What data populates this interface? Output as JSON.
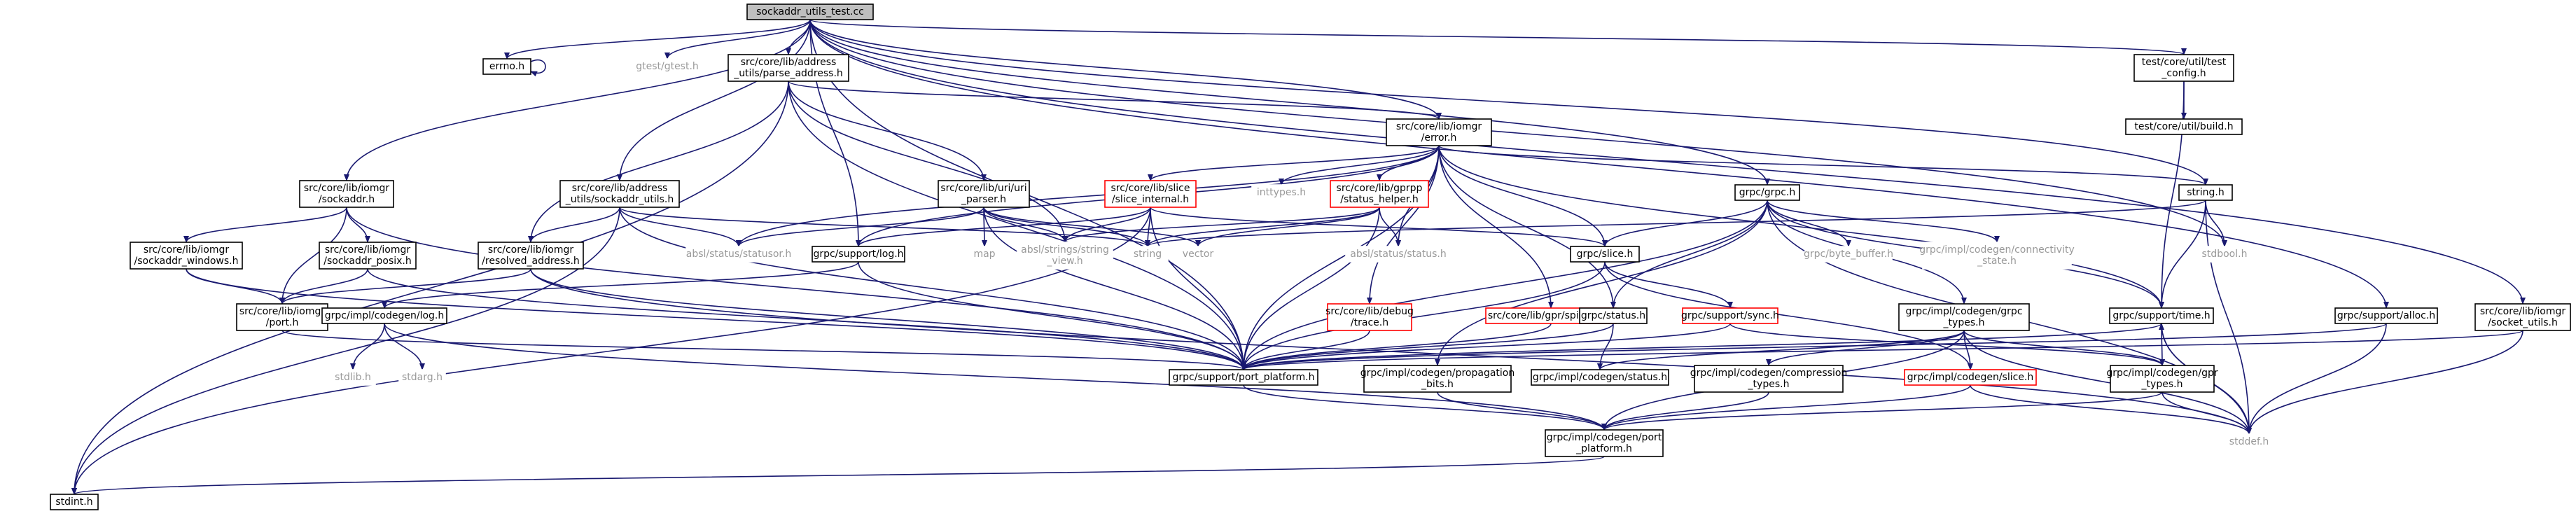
{
  "diagram": {
    "title": "",
    "colors": {
      "root_fill": "#bfbfbf",
      "normal_border": "#000000",
      "normal_text": "#000000",
      "missing_border": "#ff0000",
      "missing_text": "#000000",
      "system_border": "#ffffff",
      "system_text": "#999999",
      "edge": "#191970"
    },
    "nodes": [
      {
        "id": "root",
        "kind": "root",
        "lines": [
          "sockaddr_utils_test.cc"
        ]
      },
      {
        "id": "errno",
        "kind": "normal",
        "lines": [
          "errno.h"
        ]
      },
      {
        "id": "gtest",
        "kind": "system",
        "lines": [
          "gtest/gtest.h"
        ]
      },
      {
        "id": "parse_address",
        "kind": "normal",
        "lines": [
          "src/core/lib/address",
          "_utils/parse_address.h"
        ]
      },
      {
        "id": "iomgr_error",
        "kind": "normal",
        "lines": [
          "src/core/lib/iomgr",
          "/error.h"
        ]
      },
      {
        "id": "test_config",
        "kind": "normal",
        "lines": [
          "test/core/util/test",
          "_config.h"
        ]
      },
      {
        "id": "build",
        "kind": "normal",
        "lines": [
          "test/core/util/build.h"
        ]
      },
      {
        "id": "iomgr_sockaddr",
        "kind": "normal",
        "lines": [
          "src/core/lib/iomgr",
          "/sockaddr.h"
        ]
      },
      {
        "id": "sockaddr_utils",
        "kind": "normal",
        "lines": [
          "src/core/lib/address",
          "_utils/sockaddr_utils.h"
        ]
      },
      {
        "id": "uri_parser",
        "kind": "normal",
        "lines": [
          "src/core/lib/uri/uri",
          "_parser.h"
        ]
      },
      {
        "id": "inttypes",
        "kind": "system",
        "lines": [
          "inttypes.h"
        ]
      },
      {
        "id": "slice_internal",
        "kind": "missing",
        "lines": [
          "src/core/lib/slice",
          "/slice_internal.h"
        ]
      },
      {
        "id": "status_helper",
        "kind": "missing",
        "lines": [
          "src/core/lib/gprpp",
          "/status_helper.h"
        ]
      },
      {
        "id": "grpc_h",
        "kind": "normal",
        "lines": [
          "grpc/grpc.h"
        ]
      },
      {
        "id": "string_h",
        "kind": "normal",
        "lines": [
          "string.h"
        ]
      },
      {
        "id": "sockaddr_windows",
        "kind": "normal",
        "lines": [
          "src/core/lib/iomgr",
          "/sockaddr_windows.h"
        ]
      },
      {
        "id": "sockaddr_posix",
        "kind": "normal",
        "lines": [
          "src/core/lib/iomgr",
          "/sockaddr_posix.h"
        ]
      },
      {
        "id": "resolved_address",
        "kind": "normal",
        "lines": [
          "src/core/lib/iomgr",
          "/resolved_address.h"
        ]
      },
      {
        "id": "statusor",
        "kind": "system",
        "lines": [
          "absl/status/statusor.h"
        ]
      },
      {
        "id": "map",
        "kind": "system",
        "lines": [
          "map"
        ]
      },
      {
        "id": "string_view",
        "kind": "system",
        "lines": [
          "absl/strings/string",
          "_view.h"
        ]
      },
      {
        "id": "string",
        "kind": "system",
        "lines": [
          "string"
        ]
      },
      {
        "id": "vector",
        "kind": "system",
        "lines": [
          "vector"
        ]
      },
      {
        "id": "status_h",
        "kind": "system",
        "lines": [
          "absl/status/status.h"
        ]
      },
      {
        "id": "grpc_slice",
        "kind": "normal",
        "lines": [
          "grpc/slice.h"
        ]
      },
      {
        "id": "byte_buffer",
        "kind": "system",
        "lines": [
          "grpc/byte_buffer.h"
        ]
      },
      {
        "id": "connectivity_state",
        "kind": "system",
        "lines": [
          "grpc/impl/codegen/connectivity",
          "_state.h"
        ]
      },
      {
        "id": "stdbool",
        "kind": "system",
        "lines": [
          "stdbool.h"
        ]
      },
      {
        "id": "support_log",
        "kind": "normal",
        "lines": [
          "grpc/support/log.h"
        ]
      },
      {
        "id": "iomgr_port",
        "kind": "normal",
        "lines": [
          "src/core/lib/iomgr",
          "/port.h"
        ]
      },
      {
        "id": "codegen_log",
        "kind": "normal",
        "lines": [
          "grpc/impl/codegen/log.h"
        ]
      },
      {
        "id": "stdlib",
        "kind": "system",
        "lines": [
          "stdlib.h"
        ]
      },
      {
        "id": "stdarg",
        "kind": "system",
        "lines": [
          "stdarg.h"
        ]
      },
      {
        "id": "debug_trace",
        "kind": "missing",
        "lines": [
          "src/core/lib/debug",
          "/trace.h"
        ]
      },
      {
        "id": "spinlock",
        "kind": "missing",
        "lines": [
          "src/core/lib/gpr/spinlock.h"
        ]
      },
      {
        "id": "grpc_status",
        "kind": "normal",
        "lines": [
          "grpc/status.h"
        ]
      },
      {
        "id": "support_sync",
        "kind": "missing",
        "lines": [
          "grpc/support/sync.h"
        ]
      },
      {
        "id": "codegen_grpc_types",
        "kind": "normal",
        "lines": [
          "grpc/impl/codegen/grpc",
          "_types.h"
        ]
      },
      {
        "id": "support_time",
        "kind": "normal",
        "lines": [
          "grpc/support/time.h"
        ]
      },
      {
        "id": "support_alloc",
        "kind": "normal",
        "lines": [
          "grpc/support/alloc.h"
        ]
      },
      {
        "id": "socket_utils",
        "kind": "normal",
        "lines": [
          "src/core/lib/iomgr",
          "/socket_utils.h"
        ]
      },
      {
        "id": "port_platform",
        "kind": "normal",
        "lines": [
          "grpc/support/port_platform.h"
        ]
      },
      {
        "id": "propagation_bits",
        "kind": "normal",
        "lines": [
          "grpc/impl/codegen/propagation",
          "_bits.h"
        ]
      },
      {
        "id": "codegen_status",
        "kind": "normal",
        "lines": [
          "grpc/impl/codegen/status.h"
        ]
      },
      {
        "id": "compression_types",
        "kind": "normal",
        "lines": [
          "grpc/impl/codegen/compression",
          "_types.h"
        ]
      },
      {
        "id": "codegen_slice",
        "kind": "missing",
        "lines": [
          "grpc/impl/codegen/slice.h"
        ]
      },
      {
        "id": "gpr_types",
        "kind": "normal",
        "lines": [
          "grpc/impl/codegen/gpr",
          "_types.h"
        ]
      },
      {
        "id": "codegen_port_platform",
        "kind": "normal",
        "lines": [
          "grpc/impl/codegen/port",
          "_platform.h"
        ]
      },
      {
        "id": "stddef",
        "kind": "system",
        "lines": [
          "stddef.h"
        ]
      },
      {
        "id": "stdint",
        "kind": "normal",
        "lines": [
          "stdint.h"
        ]
      }
    ],
    "edges": [
      [
        "root",
        "errno"
      ],
      [
        "root",
        "gtest"
      ],
      [
        "root",
        "parse_address"
      ],
      [
        "root",
        "iomgr_error"
      ],
      [
        "root",
        "test_config"
      ],
      [
        "root",
        "iomgr_sockaddr"
      ],
      [
        "root",
        "sockaddr_utils"
      ],
      [
        "root",
        "support_log"
      ],
      [
        "root",
        "grpc_h"
      ],
      [
        "root",
        "string_h"
      ],
      [
        "root",
        "port_platform"
      ],
      [
        "root",
        "support_alloc"
      ],
      [
        "root",
        "socket_utils"
      ],
      [
        "root",
        "stdbool"
      ],
      [
        "errno",
        "errno"
      ],
      [
        "test_config",
        "build"
      ],
      [
        "test_config",
        "support_time"
      ],
      [
        "parse_address",
        "iomgr_error"
      ],
      [
        "parse_address",
        "uri_parser"
      ],
      [
        "parse_address",
        "resolved_address"
      ],
      [
        "parse_address",
        "port_platform"
      ],
      [
        "parse_address",
        "stdint"
      ],
      [
        "parse_address",
        "string_view"
      ],
      [
        "iomgr_error",
        "inttypes"
      ],
      [
        "iomgr_error",
        "slice_internal"
      ],
      [
        "iomgr_error",
        "status_helper"
      ],
      [
        "iomgr_error",
        "string_h"
      ],
      [
        "iomgr_error",
        "statusor"
      ],
      [
        "iomgr_error",
        "status_h"
      ],
      [
        "iomgr_error",
        "grpc_slice"
      ],
      [
        "iomgr_error",
        "support_log"
      ],
      [
        "iomgr_error",
        "debug_trace"
      ],
      [
        "iomgr_error",
        "spinlock"
      ],
      [
        "iomgr_error",
        "grpc_status"
      ],
      [
        "iomgr_error",
        "support_time"
      ],
      [
        "iomgr_error",
        "port_platform"
      ],
      [
        "iomgr_sockaddr",
        "sockaddr_windows"
      ],
      [
        "iomgr_sockaddr",
        "sockaddr_posix"
      ],
      [
        "iomgr_sockaddr",
        "iomgr_port"
      ],
      [
        "iomgr_sockaddr",
        "port_platform"
      ],
      [
        "sockaddr_utils",
        "resolved_address"
      ],
      [
        "sockaddr_utils",
        "statusor"
      ],
      [
        "sockaddr_utils",
        "string"
      ],
      [
        "sockaddr_utils",
        "port_platform"
      ],
      [
        "sockaddr_utils",
        "stdint"
      ],
      [
        "uri_parser",
        "map"
      ],
      [
        "uri_parser",
        "string_view"
      ],
      [
        "uri_parser",
        "string"
      ],
      [
        "uri_parser",
        "vector"
      ],
      [
        "uri_parser",
        "statusor"
      ],
      [
        "uri_parser",
        "port_platform"
      ],
      [
        "slice_internal",
        "string_view"
      ],
      [
        "slice_internal",
        "string"
      ],
      [
        "slice_internal",
        "grpc_slice"
      ],
      [
        "slice_internal",
        "port_platform"
      ],
      [
        "slice_internal",
        "stdint"
      ],
      [
        "slice_internal",
        "support_log"
      ],
      [
        "status_helper",
        "vector"
      ],
      [
        "status_helper",
        "string"
      ],
      [
        "status_helper",
        "status_h"
      ],
      [
        "status_helper",
        "port_platform"
      ],
      [
        "status_helper",
        "string_view"
      ],
      [
        "grpc_h",
        "grpc_slice"
      ],
      [
        "grpc_h",
        "byte_buffer"
      ],
      [
        "grpc_h",
        "connectivity_state"
      ],
      [
        "grpc_h",
        "grpc_status"
      ],
      [
        "grpc_h",
        "codegen_grpc_types"
      ],
      [
        "grpc_h",
        "support_time"
      ],
      [
        "grpc_h",
        "propagation_bits"
      ],
      [
        "grpc_h",
        "port_platform"
      ],
      [
        "grpc_h",
        "stddef"
      ],
      [
        "string_h",
        "stdbool"
      ],
      [
        "string_h",
        "stddef"
      ],
      [
        "string_h",
        "support_time"
      ],
      [
        "string_h",
        "string"
      ],
      [
        "sockaddr_windows",
        "iomgr_port"
      ],
      [
        "sockaddr_posix",
        "iomgr_port"
      ],
      [
        "sockaddr_windows",
        "port_platform"
      ],
      [
        "sockaddr_posix",
        "port_platform"
      ],
      [
        "resolved_address",
        "iomgr_port"
      ],
      [
        "resolved_address",
        "stddef"
      ],
      [
        "resolved_address",
        "port_platform"
      ],
      [
        "iomgr_port",
        "port_platform"
      ],
      [
        "support_log",
        "codegen_log"
      ],
      [
        "support_log",
        "port_platform"
      ],
      [
        "codegen_log",
        "stdlib"
      ],
      [
        "codegen_log",
        "stdarg"
      ],
      [
        "codegen_log",
        "codegen_port_platform"
      ],
      [
        "debug_trace",
        "port_platform"
      ],
      [
        "spinlock",
        "port_platform"
      ],
      [
        "grpc_slice",
        "support_sync"
      ],
      [
        "grpc_slice",
        "codegen_slice"
      ],
      [
        "grpc_slice",
        "port_platform"
      ],
      [
        "grpc_status",
        "codegen_status"
      ],
      [
        "grpc_status",
        "port_platform"
      ],
      [
        "support_sync",
        "port_platform"
      ],
      [
        "support_sync",
        "gpr_types"
      ],
      [
        "codegen_grpc_types",
        "compression_types"
      ],
      [
        "codegen_grpc_types",
        "codegen_slice"
      ],
      [
        "codegen_grpc_types",
        "gpr_types"
      ],
      [
        "codegen_grpc_types",
        "codegen_status"
      ],
      [
        "codegen_grpc_types",
        "codegen_port_platform"
      ],
      [
        "codegen_grpc_types",
        "stddef"
      ],
      [
        "support_time",
        "gpr_types"
      ],
      [
        "support_time",
        "port_platform"
      ],
      [
        "support_time",
        "stddef"
      ],
      [
        "support_alloc",
        "stddef"
      ],
      [
        "support_alloc",
        "port_platform"
      ],
      [
        "socket_utils",
        "port_platform"
      ],
      [
        "socket_utils",
        "stddef"
      ],
      [
        "port_platform",
        "codegen_port_platform"
      ],
      [
        "propagation_bits",
        "codegen_port_platform"
      ],
      [
        "compression_types",
        "codegen_port_platform"
      ],
      [
        "codegen_slice",
        "stddef"
      ],
      [
        "codegen_slice",
        "codegen_port_platform"
      ],
      [
        "gpr_types",
        "stddef"
      ],
      [
        "gpr_types",
        "codegen_port_platform"
      ],
      [
        "codegen_port_platform",
        "stdint"
      ],
      [
        "stddef",
        "support_time"
      ]
    ]
  }
}
